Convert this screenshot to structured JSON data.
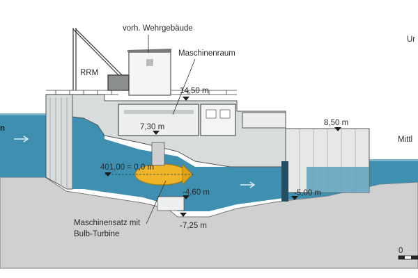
{
  "labels": {
    "crane": "RRM",
    "building": "vorh. Wehrgebäude",
    "machine_room": "Maschinenraum",
    "elev_top": "14,50 m",
    "elev_room": "7,30 m",
    "elev_right": "8,50 m",
    "elev_axis": "401,00 = 0,0 m",
    "elev_below": "-4,60 m",
    "elev_tail": "-5,00 m",
    "elev_bottom": "-7,25 m",
    "turbine_line1": "Maschinensatz mit",
    "turbine_line2": "Bulb-Turbine",
    "left_edge": "n",
    "right_top": "Ur",
    "right_mid": "Mittl",
    "scale_zero": "0"
  },
  "colors": {
    "water": "#3f8fb0",
    "water_light": "#7fb6cd",
    "ground": "#cfd0cf",
    "concrete": "#d9dcdc",
    "turbine": "#f0b429",
    "outline": "#2b2b2b"
  }
}
